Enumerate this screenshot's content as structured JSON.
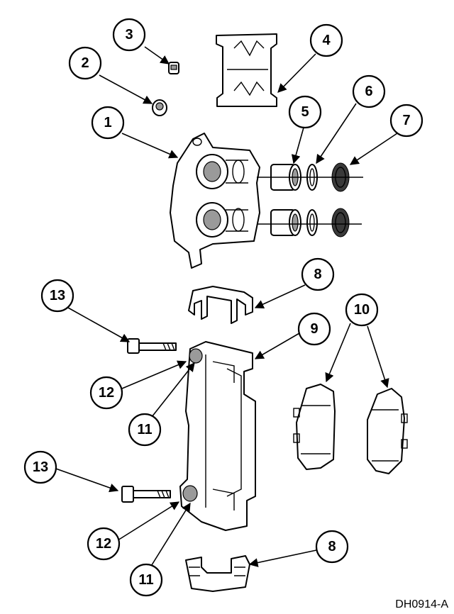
{
  "figure_code": "DH0914-A",
  "callouts": [
    {
      "label": "1"
    },
    {
      "label": "2"
    },
    {
      "label": "3"
    },
    {
      "label": "4"
    },
    {
      "label": "5"
    },
    {
      "label": "6"
    },
    {
      "label": "7"
    },
    {
      "label": "8"
    },
    {
      "label": "8"
    },
    {
      "label": "9"
    },
    {
      "label": "10"
    },
    {
      "label": "11"
    },
    {
      "label": "11"
    },
    {
      "label": "12"
    },
    {
      "label": "12"
    },
    {
      "label": "13"
    },
    {
      "label": "13"
    }
  ]
}
